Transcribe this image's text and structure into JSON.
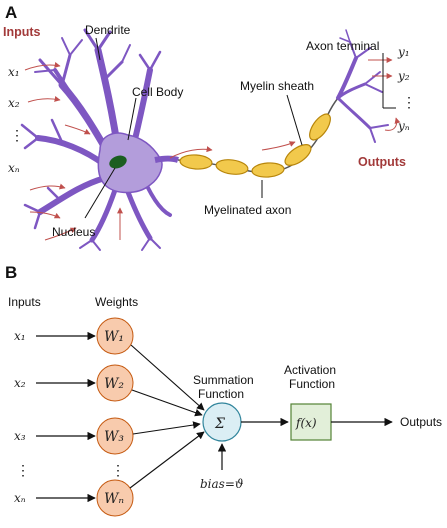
{
  "panel_a": {
    "letter": "A",
    "labels": {
      "inputs": "Inputs",
      "dendrite": "Dendrite",
      "cell_body": "Cell Body",
      "nucleus": "Nucleus",
      "myelin_sheath": "Myelin sheath",
      "myelinated_axon": "Myelinated axon",
      "axon_terminal": "Axon terminal",
      "outputs": "Outputs"
    },
    "inputs": [
      "x₁",
      "x₂",
      "⋮",
      "xₙ"
    ],
    "outputs": [
      "y₁",
      "y₂",
      "⋮",
      "yₙ"
    ]
  },
  "panel_b": {
    "letter": "B",
    "header_inputs": "Inputs",
    "header_weights": "Weights",
    "inputs": [
      "x₁",
      "x₂",
      "x₃",
      "⋮",
      "xₙ"
    ],
    "weights": [
      "W₁",
      "W₂",
      "W₃",
      "⋮",
      "Wₙ"
    ],
    "summation_label_1": "Summation",
    "summation_label_2": "Function",
    "sum_symbol": "Σ",
    "bias": "bias=ϑ",
    "activation_label_1": "Activation",
    "activation_label_2": "Function",
    "activation_symbol": "f(x)",
    "outputs": "Outputs"
  },
  "colors": {
    "neuron": "#b39ddb",
    "neuron_stroke": "#7e57c2",
    "nucleus": "#1b5e20",
    "myelin": "#f2c94c",
    "myelin_stroke": "#b8860b",
    "signal_arrow": "#c0504d",
    "weight_fill": "#f8cbad",
    "weight_stroke": "#c55a11",
    "sum_fill": "#dbeef4",
    "sum_stroke": "#31859c",
    "activation_fill": "#e2efd9",
    "activation_stroke": "#548235"
  }
}
